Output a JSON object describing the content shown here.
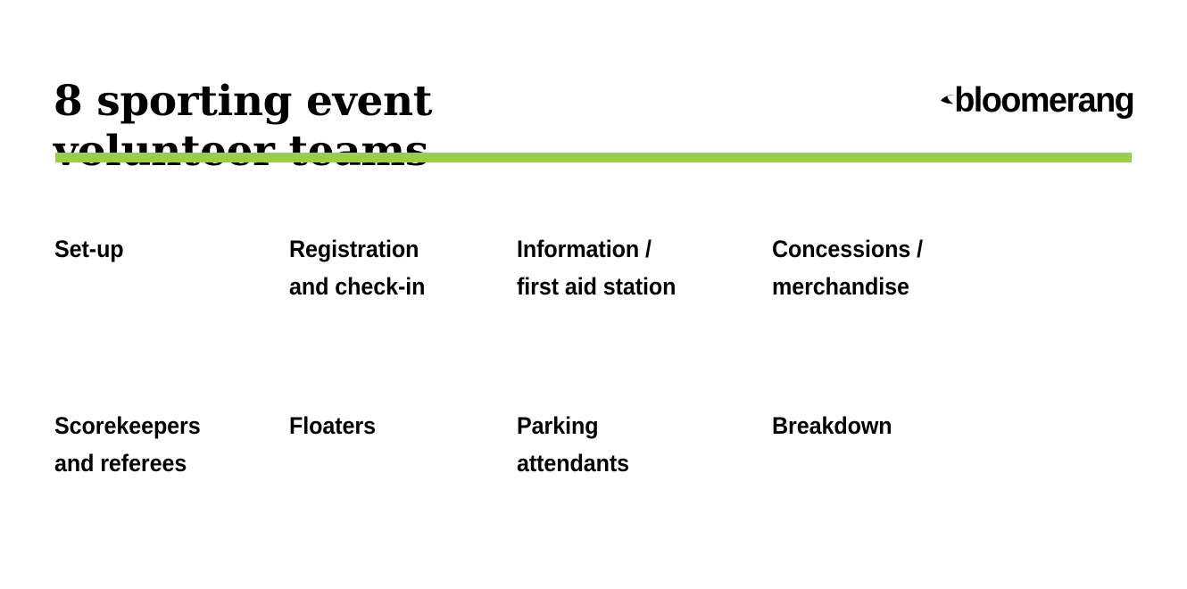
{
  "slide": {
    "title": "8 sporting event\nvolunteer teams",
    "accent_color": "#9ACD48",
    "background_color": "#FFFFFF",
    "text_color": "#000000"
  },
  "brand": {
    "wordmark": "bloomerang",
    "mark_icon": "boomerang-icon"
  },
  "teams": {
    "rows": [
      {
        "cells": [
          {
            "label": "Set-up"
          },
          {
            "label": "Registration\nand check-in"
          },
          {
            "label": "Information /\nfirst aid station"
          },
          {
            "label": "Concessions /\nmerchandise"
          }
        ]
      },
      {
        "cells": [
          {
            "label": "Scorekeepers\nand referees"
          },
          {
            "label": "Floaters"
          },
          {
            "label": "Parking\nattendants"
          },
          {
            "label": "Breakdown"
          }
        ]
      }
    ]
  }
}
